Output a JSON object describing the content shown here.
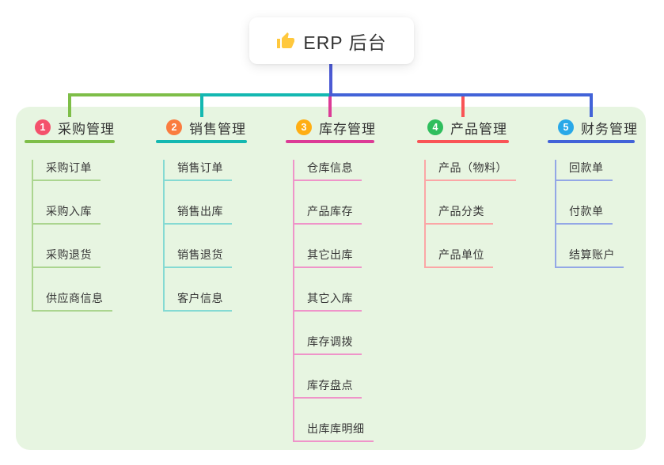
{
  "root": {
    "icon": "thumbs-up",
    "label": "ERP 后台"
  },
  "theme": {
    "page_bg": "#FFFFFF",
    "panel_bg": "#E7F5E1",
    "stem_color": "#4C5AD4",
    "icon_color": "#FFC83D",
    "title_color": "#333333"
  },
  "branches": [
    {
      "number": "1",
      "title": "采购管理",
      "badge_color": "#F4516C",
      "line_color": "#7EBE48",
      "child_line_color": "#ABD58F",
      "children": [
        "采购订单",
        "采购入库",
        "采购退货",
        "供应商信息"
      ]
    },
    {
      "number": "2",
      "title": "销售管理",
      "badge_color": "#FA7C3F",
      "line_color": "#14B8B1",
      "child_line_color": "#85DAD3",
      "children": [
        "销售订单",
        "销售出库",
        "销售退货",
        "客户信息"
      ]
    },
    {
      "number": "3",
      "title": "库存管理",
      "badge_color": "#FFAE13",
      "line_color": "#DC3B96",
      "child_line_color": "#EF94C9",
      "children": [
        "仓库信息",
        "产品库存",
        "其它出库",
        "其它入库",
        "库存调拨",
        "库存盘点",
        "出库库明细"
      ]
    },
    {
      "number": "4",
      "title": "产品管理",
      "badge_color": "#2FBE5D",
      "line_color": "#F95456",
      "child_line_color": "#FBA6A6",
      "children": [
        "产品（物料）",
        "产品分类",
        "产品单位"
      ]
    },
    {
      "number": "5",
      "title": "财务管理",
      "badge_color": "#29A8E8",
      "line_color": "#4263D8",
      "child_line_color": "#93A7E6",
      "children": [
        "回款单",
        "付款单",
        "结算账户"
      ]
    }
  ]
}
